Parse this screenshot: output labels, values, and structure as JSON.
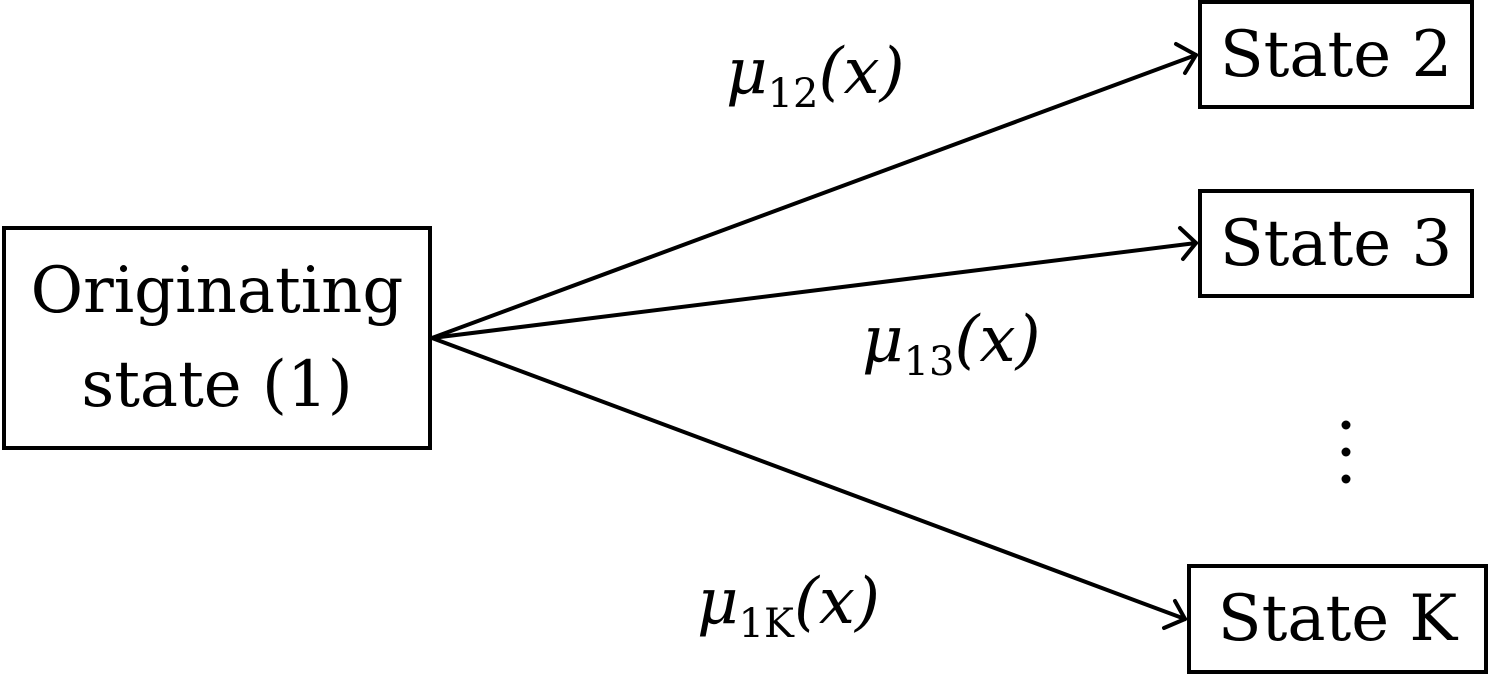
{
  "states": {
    "origin": {
      "line1": "Originating",
      "line2": "state (1)"
    },
    "state_2": {
      "label": "State 2"
    },
    "state_3": {
      "label": "State 3"
    },
    "state_k": {
      "label": "State K"
    }
  },
  "edges": {
    "to_state_2": {
      "symbol": "μ",
      "subscript": "12",
      "argument": "(x)"
    },
    "to_state_3": {
      "symbol": "μ",
      "subscript": "13",
      "argument": "(x)"
    },
    "to_state_k": {
      "symbol": "μ",
      "subscript": "1K",
      "argument": "(x)"
    }
  },
  "ellipsis": "⋮",
  "colors": {
    "stroke": "#000000",
    "background": "#ffffff"
  }
}
